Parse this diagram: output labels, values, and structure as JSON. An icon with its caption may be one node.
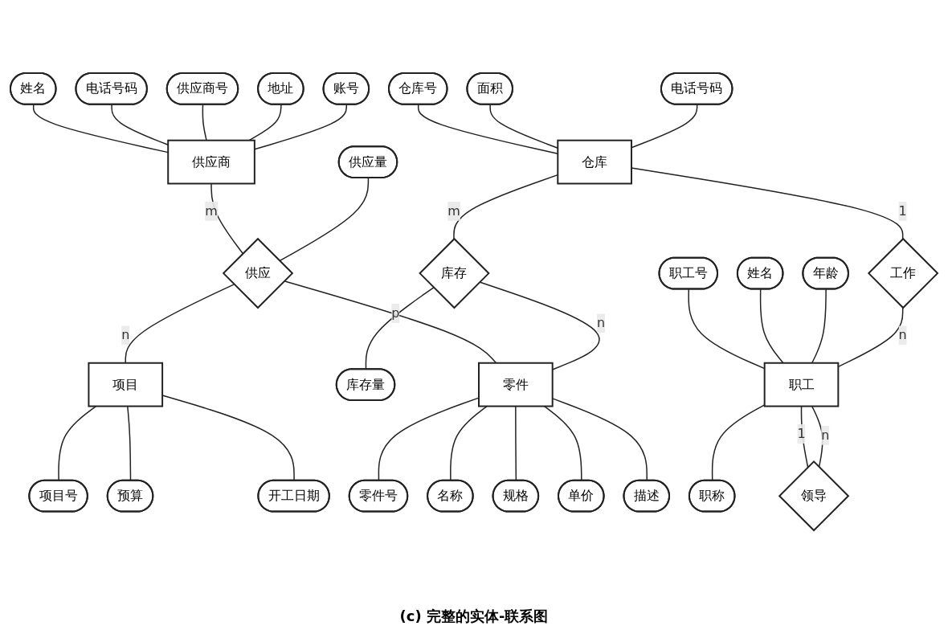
{
  "diagram": {
    "caption": "(c) 完整的实体-联系图",
    "nodes": [
      {
        "text": [
          "姓名"
        ]
      },
      {
        "text": [
          "电话号码"
        ]
      },
      {
        "text": [
          "供应商号"
        ]
      },
      {
        "text": [
          "地址"
        ]
      },
      {
        "text": [
          "账号"
        ]
      },
      {
        "text": [
          "仓库号"
        ]
      },
      {
        "text": [
          "面积"
        ]
      },
      {
        "text": [
          "电话号码"
        ]
      },
      {
        "text": [
          "职工号"
        ]
      },
      {
        "text": [
          "姓名"
        ]
      },
      {
        "text": [
          "年龄"
        ]
      },
      {
        "text": [
          "供应商"
        ]
      },
      {
        "text": [
          "仓库"
        ]
      },
      {
        "text": [
          "工作"
        ]
      },
      {
        "text": [
          "职工"
        ]
      },
      {
        "text": [
          "职称"
        ]
      },
      {
        "text": [
          "供应"
        ]
      },
      {
        "text": [
          "库存"
        ]
      },
      {
        "text": [
          "库存量"
        ]
      },
      {
        "text": [
          "领导"
        ]
      },
      {
        "text": [
          "供应量"
        ]
      },
      {
        "text": [
          "项目"
        ]
      },
      {
        "text": [
          "零件"
        ]
      },
      {
        "text": [
          "项目号"
        ]
      },
      {
        "text": [
          "预算"
        ]
      },
      {
        "text": [
          "开工日期"
        ]
      },
      {
        "text": [
          "零件号"
        ]
      },
      {
        "text": [
          "规格"
        ]
      },
      {
        "text": [
          "描述"
        ]
      },
      {
        "text": [
          "名称"
        ]
      },
      {
        "text": [
          "单价"
        ]
      }
    ],
    "edges": [
      {
        "from": 0,
        "to": 11,
        "arrow": "none"
      },
      {
        "from": 1,
        "to": 11,
        "arrow": "none"
      },
      {
        "from": 2,
        "to": 11,
        "arrow": "none"
      },
      {
        "from": 3,
        "to": 11,
        "arrow": "none"
      },
      {
        "from": 4,
        "to": 11,
        "arrow": "none"
      },
      {
        "from": 5,
        "to": 12,
        "arrow": "none"
      },
      {
        "from": 6,
        "to": 12,
        "arrow": "none"
      },
      {
        "from": 7,
        "to": 12,
        "arrow": "none"
      },
      {
        "from": 8,
        "to": 14,
        "arrow": "none"
      },
      {
        "from": 9,
        "to": 14,
        "arrow": "none"
      },
      {
        "from": 10,
        "to": 14,
        "arrow": "none"
      },
      {
        "from": 12,
        "to": 13,
        "label": "1",
        "arrow": "none"
      },
      {
        "from": 13,
        "to": 14,
        "label": "n",
        "arrow": "none"
      },
      {
        "from": 14,
        "to": 15,
        "arrow": "none"
      },
      {
        "from": 11,
        "to": 16,
        "label": "m",
        "arrow": "none"
      },
      {
        "from": 12,
        "to": 17,
        "label": "m",
        "arrow": "none"
      },
      {
        "from": 17,
        "to": 18,
        "arrow": "none"
      },
      {
        "from": 14,
        "to": 19,
        "label": "1",
        "arrow": "none"
      },
      {
        "from": 14,
        "to": 19,
        "label": "n",
        "arrow": "none"
      },
      {
        "from": 20,
        "to": 16,
        "arrow": "none"
      },
      {
        "from": 16,
        "to": 21,
        "label": "n",
        "arrow": "none"
      },
      {
        "from": 16,
        "to": 22,
        "label": "p",
        "arrow": "none"
      },
      {
        "from": 17,
        "to": 22,
        "label": "n",
        "arrow": "none"
      },
      {
        "from": 21,
        "to": 23,
        "arrow": "none"
      },
      {
        "from": 21,
        "to": 24,
        "arrow": "none"
      },
      {
        "from": 21,
        "to": 25,
        "arrow": "none"
      },
      {
        "from": 22,
        "to": 26,
        "arrow": "none"
      },
      {
        "from": 22,
        "to": 29,
        "arrow": "none"
      },
      {
        "from": 22,
        "to": 27,
        "arrow": "none"
      },
      {
        "from": 22,
        "to": 30,
        "arrow": "none"
      },
      {
        "from": 22,
        "to": 28,
        "arrow": "none"
      }
    ]
  }
}
